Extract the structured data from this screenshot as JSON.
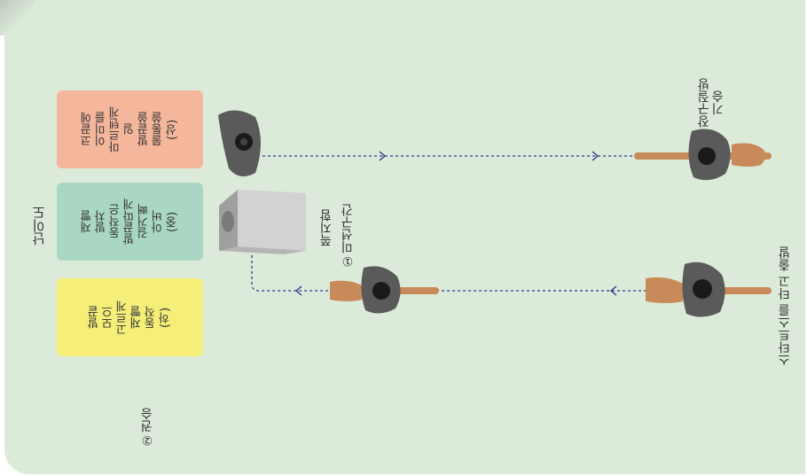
{
  "difficulty_title": "난이도",
  "levels": [
    {
      "label": "코끝에\n이미를\n마르텐게\n일\n발끝쓸\n물통쓸\n(상)",
      "color": "#f4b79c"
    },
    {
      "label": "재빨\n발차\n동작은\n발끝따개\n길거뻐\n아버\n(중)",
      "color": "#a9d7c3"
    },
    {
      "label": "발끝\n모으\n고르게\n재빨\n동작\n(하)",
      "color": "#f5ef7a"
    }
  ],
  "labels": {
    "section2": "②권승",
    "obstacle": "쪽지함",
    "section1": "①미션구간",
    "start": "스타트스를 타고 출발",
    "finish": "장구질방\n기승"
  },
  "colors": {
    "background": "#dcebd9",
    "path": "#2b3a8c",
    "rider": "#5a5a5a",
    "horse": "#c88a5a"
  }
}
